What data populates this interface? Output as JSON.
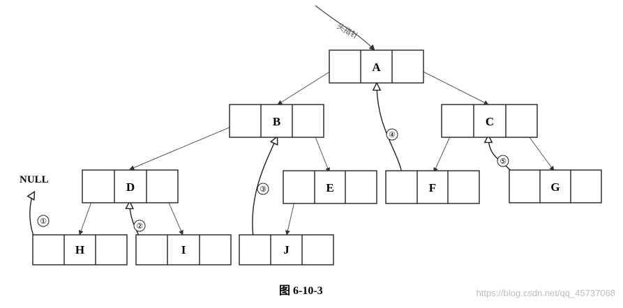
{
  "nodes": {
    "A": "A",
    "B": "B",
    "C": "C",
    "D": "D",
    "E": "E",
    "F": "F",
    "G": "G",
    "H": "H",
    "I": "I",
    "J": "J"
  },
  "null_label": "NULL",
  "head_pointer_label": "头指针",
  "thread_markers": [
    "①",
    "②",
    "③",
    "④",
    "⑤"
  ],
  "caption": "图 6-10-3",
  "watermark": "https://blog.csdn.net/qq_45737068",
  "colors": {
    "stroke": "#222222",
    "child_edge": "#555555",
    "watermark": "#bdbdbd"
  }
}
